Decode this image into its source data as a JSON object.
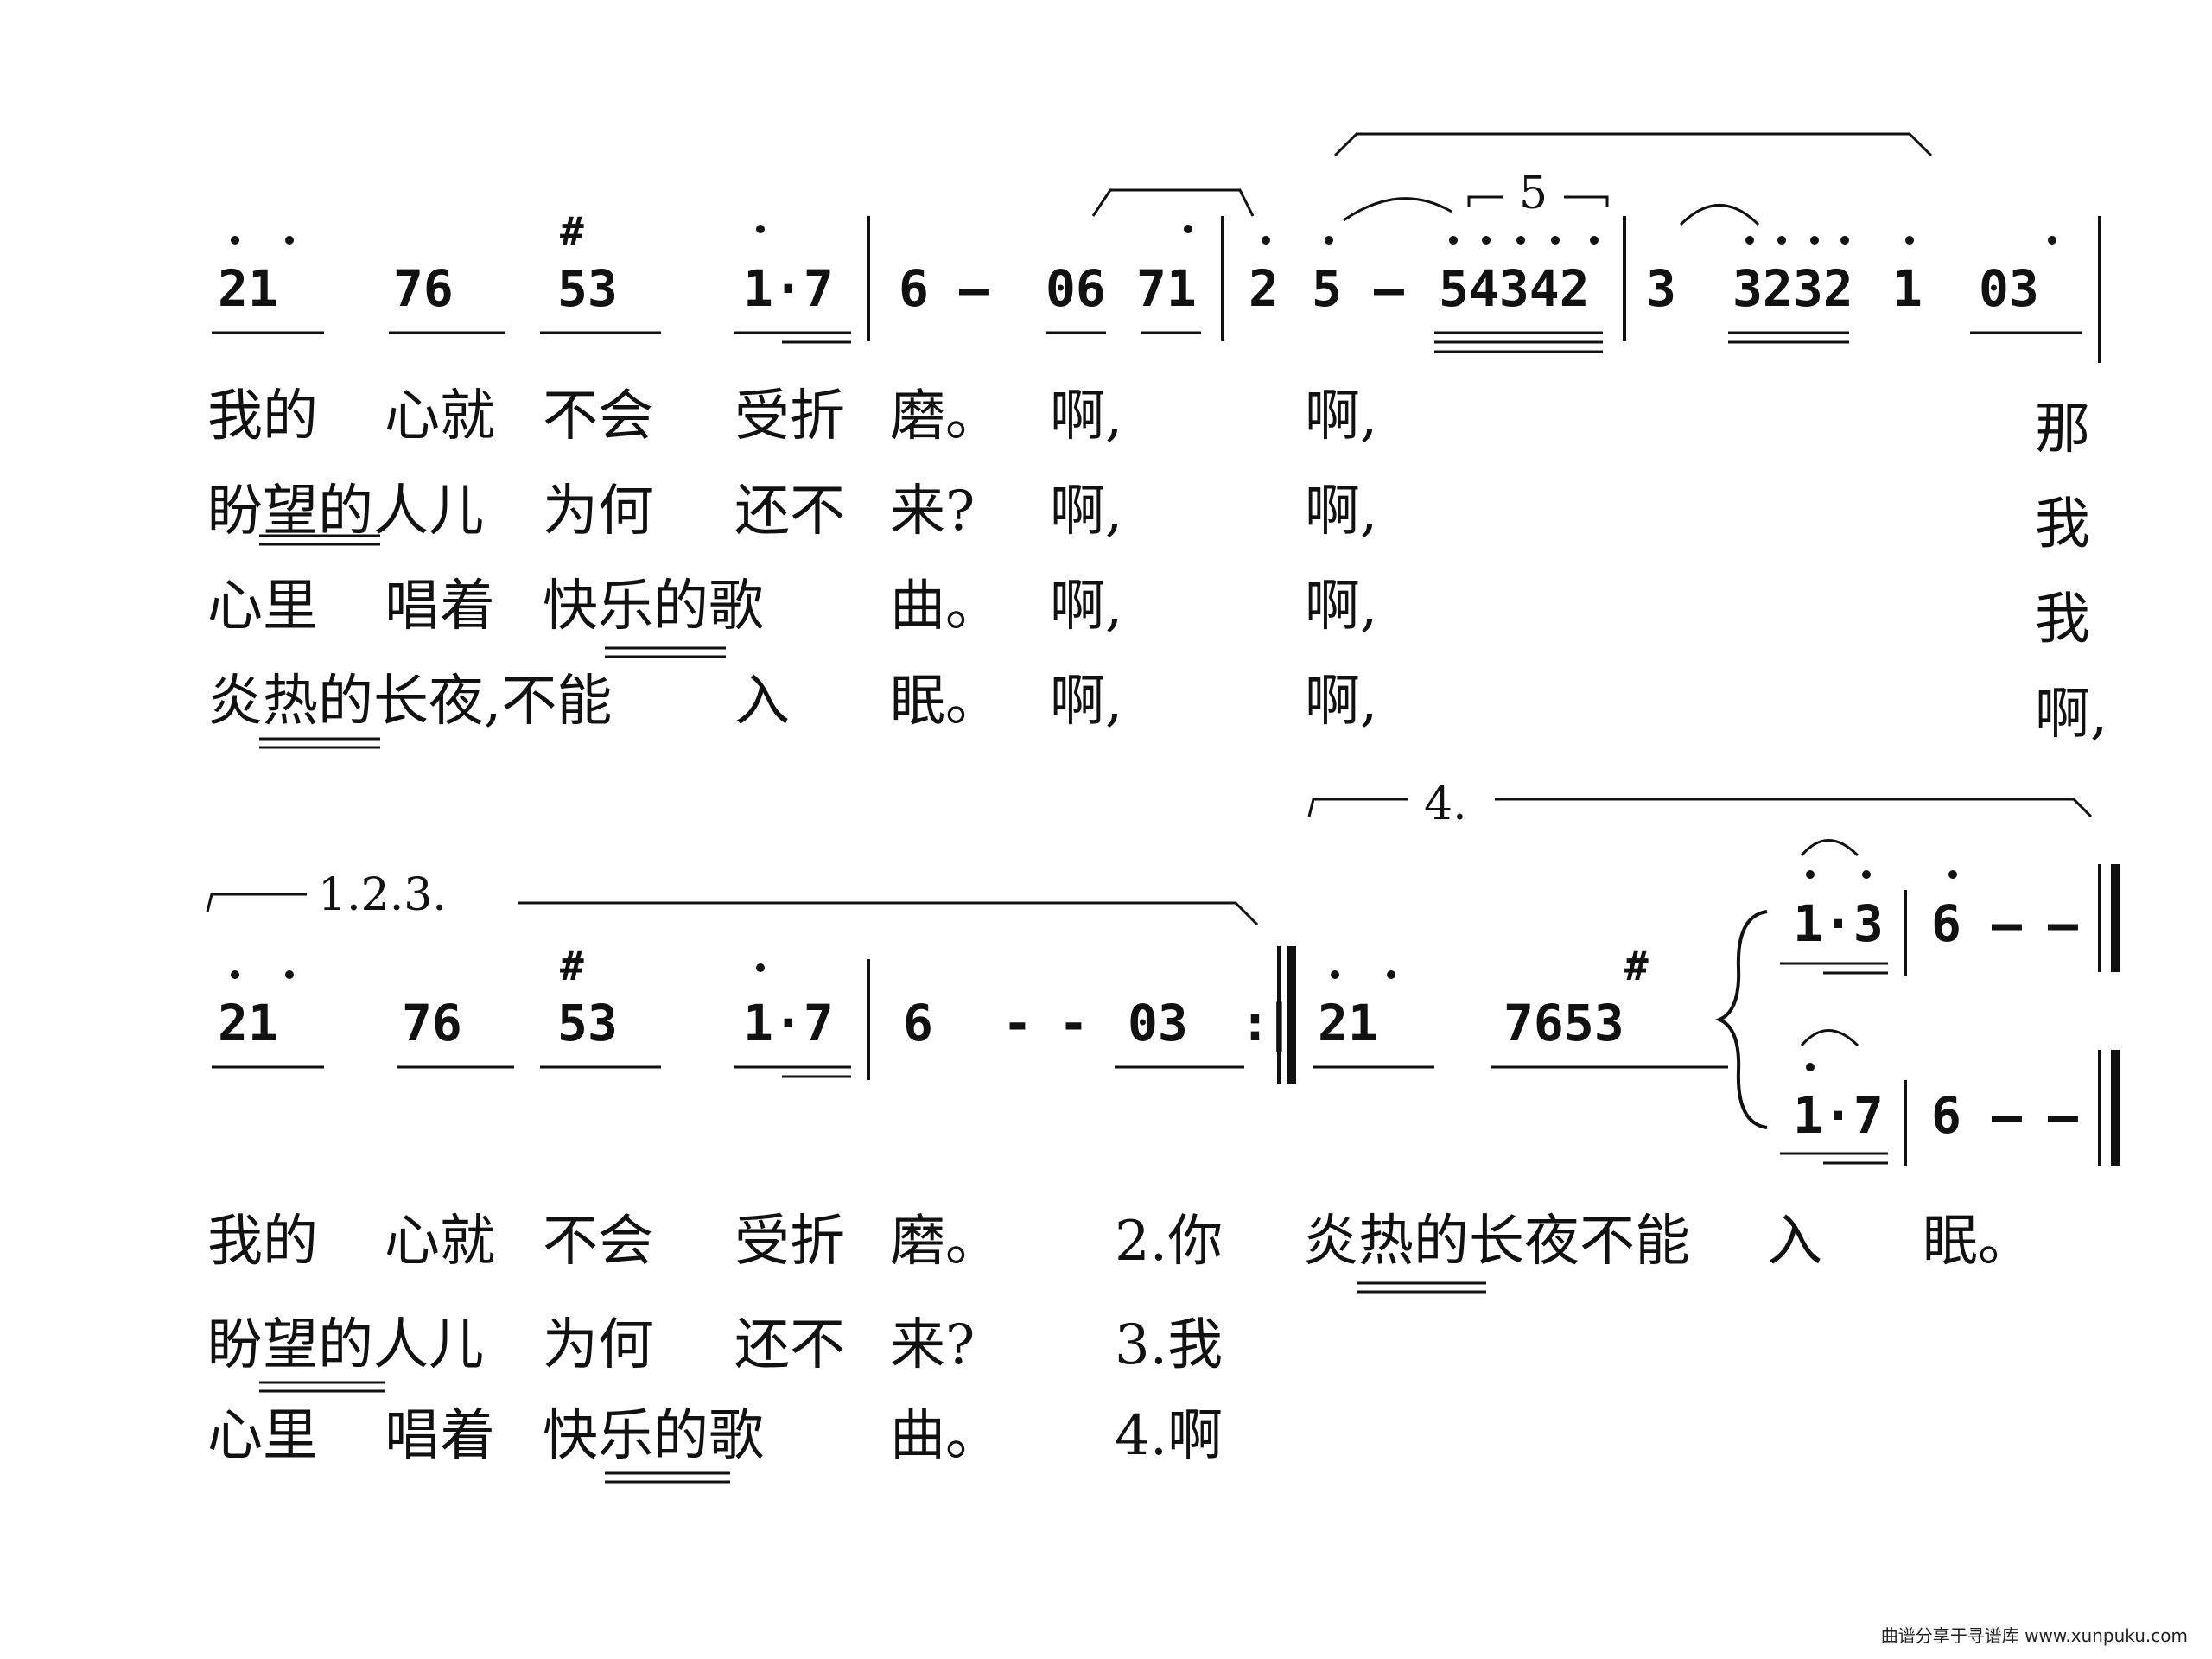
{
  "score": {
    "line1": {
      "notes": [
        "21",
        "76",
        "53",
        "1·7",
        "|",
        "6",
        "—",
        "06",
        "71",
        "|",
        "2",
        "5",
        "—",
        "54342",
        "|",
        "3",
        "3232",
        "1",
        "03",
        "|"
      ],
      "sharp": "#",
      "triplet_label": "5"
    },
    "verses_a": [
      [
        "我的",
        "心就",
        "不会",
        "受折",
        "磨。",
        "啊,",
        "啊,",
        "那"
      ],
      [
        "盼望的人儿",
        "为何",
        "还不",
        "来?",
        "啊,",
        "啊,",
        "我"
      ],
      [
        "心里",
        "唱着",
        "快乐的歌",
        "曲。",
        "啊,",
        "啊,",
        "我"
      ],
      [
        "炎热的长夜,不能",
        "入",
        "眠。",
        "啊,",
        "啊,",
        "啊,"
      ]
    ],
    "line2": {
      "volta1": "1.2.3.",
      "volta2": "4.",
      "notes_a": [
        "21",
        "76",
        "53",
        "1·7",
        "|",
        "6",
        "-",
        "-",
        "03",
        ":‖"
      ],
      "notes_b": [
        "21",
        "7653"
      ],
      "upper": [
        "1·3",
        "|",
        "6",
        "—",
        "—"
      ],
      "lower": [
        "1·7",
        "|",
        "6",
        "—",
        "—"
      ],
      "sharp": "#"
    },
    "verses_b": [
      [
        "我的",
        "心就",
        "不会",
        "受折",
        "磨。",
        "2.你",
        "炎热的长夜不能",
        "入",
        "眠。"
      ],
      [
        "盼望的人儿",
        "为何",
        "还不",
        "来?",
        "3.我"
      ],
      [
        "心里",
        "唱着",
        "快乐的歌",
        "曲。",
        "4.啊"
      ]
    ]
  },
  "watermark": "曲谱分享于寻谱库 www.xunpuku.com"
}
